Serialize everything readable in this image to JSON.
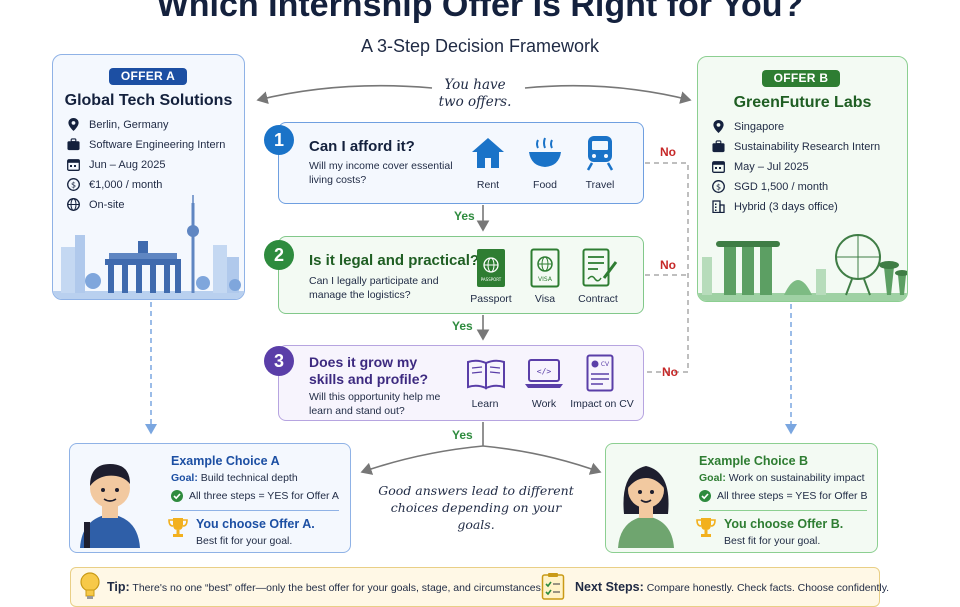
{
  "header": {
    "title": "Which Internship Offer Is Right for You?",
    "subtitle": "A 3-Step Decision Framework"
  },
  "intro_note": [
    "You have",
    "two offers."
  ],
  "offer_a": {
    "badge": "OFFER A",
    "company": "Global Tech Solutions",
    "details": [
      {
        "icon": "location-pin-icon",
        "text": "Berlin, Germany"
      },
      {
        "icon": "briefcase-icon",
        "text": "Software Engineering Intern"
      },
      {
        "icon": "calendar-icon",
        "text": "Jun – Aug 2025"
      },
      {
        "icon": "money-icon",
        "text": "€1,000 / month"
      },
      {
        "icon": "globe-icon",
        "text": "On-site"
      }
    ],
    "color": "#1c4fa3"
  },
  "offer_b": {
    "badge": "OFFER B",
    "company": "GreenFuture Labs",
    "details": [
      {
        "icon": "location-pin-icon",
        "text": "Singapore"
      },
      {
        "icon": "briefcase-icon",
        "text": "Sustainability Research Intern"
      },
      {
        "icon": "calendar-icon",
        "text": "May – Jul 2025"
      },
      {
        "icon": "money-icon",
        "text": "SGD 1,500 / month"
      },
      {
        "icon": "building-icon",
        "text": "Hybrid (3 days office)"
      }
    ],
    "color": "#2e7d32"
  },
  "steps": [
    {
      "number": "1",
      "question": "Can I afford it?",
      "description": [
        "Will my income cover essential",
        "living costs?"
      ],
      "icons": [
        {
          "name": "house-icon",
          "label": "Rent"
        },
        {
          "name": "bowl-icon",
          "label": "Food"
        },
        {
          "name": "train-icon",
          "label": "Travel"
        }
      ],
      "color": "#1a73c8"
    },
    {
      "number": "2",
      "question": "Is it legal and practical?",
      "description": [
        "Can I legally participate and",
        "manage the logistics?"
      ],
      "icons": [
        {
          "name": "passport-icon",
          "label": "Passport",
          "glyph_text": "PASSPORT"
        },
        {
          "name": "visa-icon",
          "label": "Visa",
          "glyph_text": "VISA"
        },
        {
          "name": "contract-icon",
          "label": "Contract"
        }
      ],
      "color": "#2e8b3e"
    },
    {
      "number": "3",
      "question": [
        "Does it grow my",
        "skills and profile?"
      ],
      "description": [
        "Will this opportunity help me",
        "learn and stand out?"
      ],
      "icons": [
        {
          "name": "book-icon",
          "label": "Learn"
        },
        {
          "name": "laptop-icon",
          "label": "Work",
          "glyph_text": "</>"
        },
        {
          "name": "cv-icon",
          "label": "Impact on CV",
          "glyph_text": "CV"
        }
      ],
      "color": "#5a3ea8"
    }
  ],
  "flow_labels": {
    "yes": "Yes",
    "no": "No"
  },
  "middle_note": [
    "Good answers lead to different",
    "choices depending on your goals."
  ],
  "choice_a": {
    "title": "Example Choice A",
    "goal_label": "Goal:",
    "goal": "Build technical depth",
    "check": "All three steps = YES for Offer A",
    "result": "You choose Offer A.",
    "result_sub": "Best fit for your goal."
  },
  "choice_b": {
    "title": "Example Choice B",
    "goal_label": "Goal:",
    "goal": "Work on sustainability impact",
    "check": "All three steps = YES for Offer B",
    "result": "You choose Offer B.",
    "result_sub": "Best fit for your goal."
  },
  "footer": {
    "tip_label": "Tip:",
    "tip_text": "There's no one “best” offer—only the best offer for your goals, stage, and circumstances.",
    "next_label": "Next Steps:",
    "next_text": "Compare honestly. Check facts. Choose confidently."
  },
  "colors": {
    "blue": "#1c4fa3",
    "green": "#2e7d32",
    "purple": "#5a3ea8",
    "no_red": "#c62828",
    "yes_green": "#2e8b3e"
  }
}
